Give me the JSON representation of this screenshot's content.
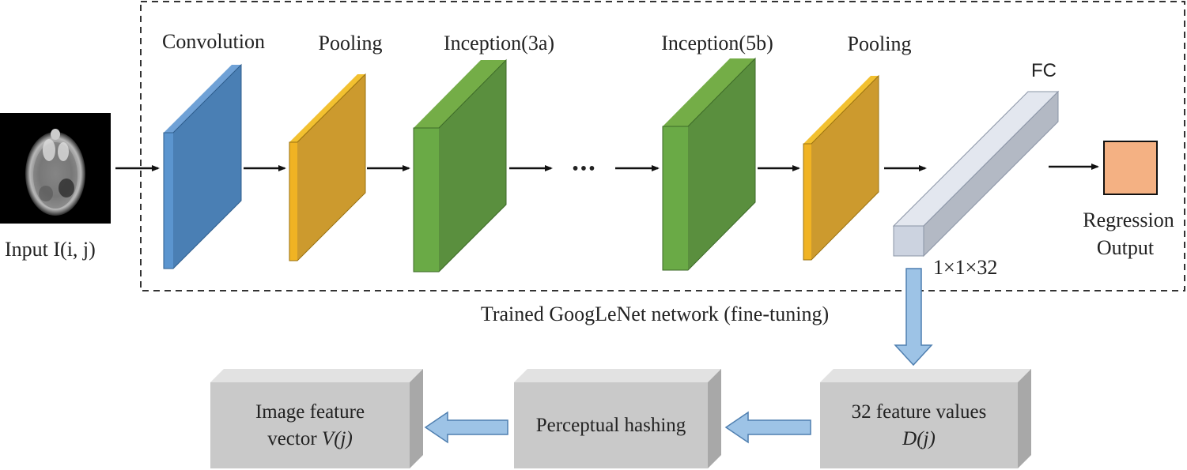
{
  "input_label": "Input  I(i, j)",
  "stages": [
    {
      "label": "Convolution",
      "color": "#4a7fb4"
    },
    {
      "label": "Pooling",
      "color": "#cc9a2e"
    },
    {
      "label": "Inception(3a)",
      "color": "#5a8f3e"
    },
    {
      "label": "Inception(5b)",
      "color": "#5a8f3e"
    },
    {
      "label": "Pooling",
      "color": "#cc9a2e"
    }
  ],
  "ellipsis": "•••",
  "fc_label": "FC",
  "fc_size_label": "1×1×32",
  "output_label_line1": "Regression",
  "output_label_line2": "Output",
  "network_caption": "Trained GoogLeNet network (fine-tuning)",
  "boxes": {
    "features": {
      "line1": "32 feature values",
      "line2": "D(j)"
    },
    "hashing": {
      "line1": "Perceptual hashing"
    },
    "vector": {
      "line1": "Image feature",
      "line2_prefix": "vector ",
      "line2_math": "V(j)"
    }
  },
  "colors": {
    "output_box": "#f4b183",
    "fc_prism": "#ccd3e0",
    "flow_arrow": "#9dc3e6",
    "gray_box": "#c9c9c9"
  }
}
